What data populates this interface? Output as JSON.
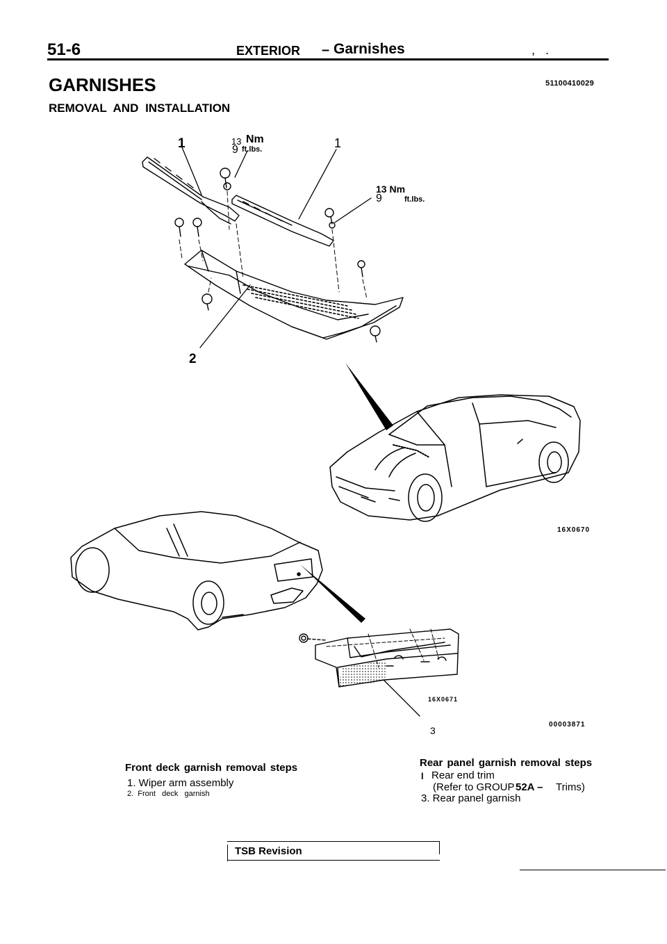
{
  "header": {
    "page_number": "51-6",
    "section": "EXTERIOR",
    "dash": "–",
    "subsection": "Garnishes",
    "stray_marks": ",   ."
  },
  "title": "GARNISHES",
  "doc_code": "51100410029",
  "subtitle": "REMOVAL AND INSTALLATION",
  "callouts": {
    "c1_left": "1",
    "c1_right": "1",
    "c2": "2",
    "c3": "3",
    "torque1_value": "13",
    "torque1_unit": "Nm",
    "torque1_ft": "9",
    "torque1_ft_unit": "ft.lbs.",
    "torque2": "13 Nm",
    "torque2_ft": "9",
    "torque2_ft_unit": "ft.lbs."
  },
  "figure_codes": {
    "front": "16X0670",
    "rear": "16X0671",
    "overall": "00003871"
  },
  "front_steps": {
    "title": "Front deck garnish removal steps",
    "items": [
      "1. Wiper arm assembly",
      "2.  Front   deck   garnish"
    ]
  },
  "rear_steps": {
    "title": "Rear panel garnish removal steps",
    "bullet": "l",
    "item1": "Rear end trim",
    "item1_ref_prefix": "(Refer to GROUP",
    "item1_ref_group": "52A –",
    "item1_ref_suffix": "Trims)",
    "item2": "3. Rear panel garnish"
  },
  "footer": {
    "tsb": "TSB Revision"
  }
}
